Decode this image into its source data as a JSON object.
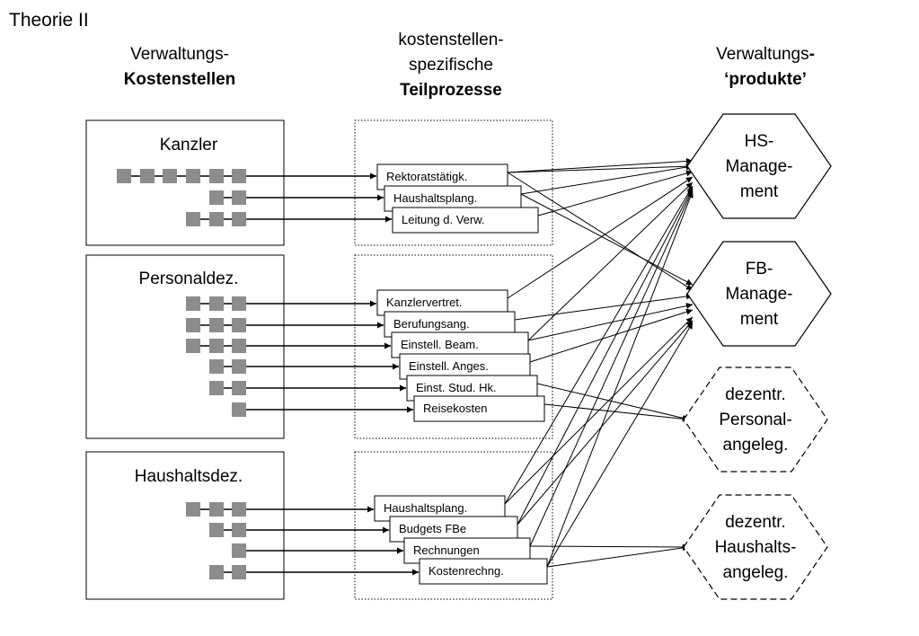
{
  "title": "Theorie II",
  "columns": {
    "left": {
      "line1": "Verwaltungs-",
      "line2": "Kostenstellen"
    },
    "middle": {
      "line1": "kostenstellen-",
      "line2": "spezifische",
      "line3": "Teilprozesse"
    },
    "right": {
      "line1": "Verwaltungs",
      "line1_bold": "-",
      "line2": "‘produkte’"
    }
  },
  "cost_centers": [
    {
      "name": "Kanzler"
    },
    {
      "name": "Personaldez."
    },
    {
      "name": "Haushaltsdez."
    }
  ],
  "processes": [
    {
      "label": "Rektoratstätigk.",
      "squares": 6
    },
    {
      "label": "Haushaltsplang.",
      "squares": 2
    },
    {
      "label": "Leitung d. Verw.",
      "squares": 3
    },
    {
      "label": "Kanzlervertret.",
      "squares": 3
    },
    {
      "label": "Berufungsang.",
      "squares": 3
    },
    {
      "label": "Einstell. Beam.",
      "squares": 3
    },
    {
      "label": "Einstell. Anges.",
      "squares": 2
    },
    {
      "label": "Einst. Stud. Hk.",
      "squares": 2
    },
    {
      "label": "Reisekosten",
      "squares": 1
    },
    {
      "label": "Haushaltsplang.",
      "squares": 3
    },
    {
      "label": "Budgets FBe",
      "squares": 2
    },
    {
      "label": "Rechnungen",
      "squares": 1
    },
    {
      "label": "Kostenrechng.",
      "squares": 2
    }
  ],
  "products": [
    {
      "lines": [
        "HS-",
        "Manage-",
        "ment"
      ],
      "style": "solid"
    },
    {
      "lines": [
        "FB-",
        "Manage-",
        "ment"
      ],
      "style": "solid"
    },
    {
      "lines": [
        "dezentr.",
        "Personal-",
        "angeleg."
      ],
      "style": "dashed"
    },
    {
      "lines": [
        "dezentr.",
        "Haushalts-",
        "angeleg."
      ],
      "style": "dashed"
    }
  ],
  "colors": {
    "square": "#8c8c8c",
    "line": "#000000",
    "background": "#ffffff"
  }
}
